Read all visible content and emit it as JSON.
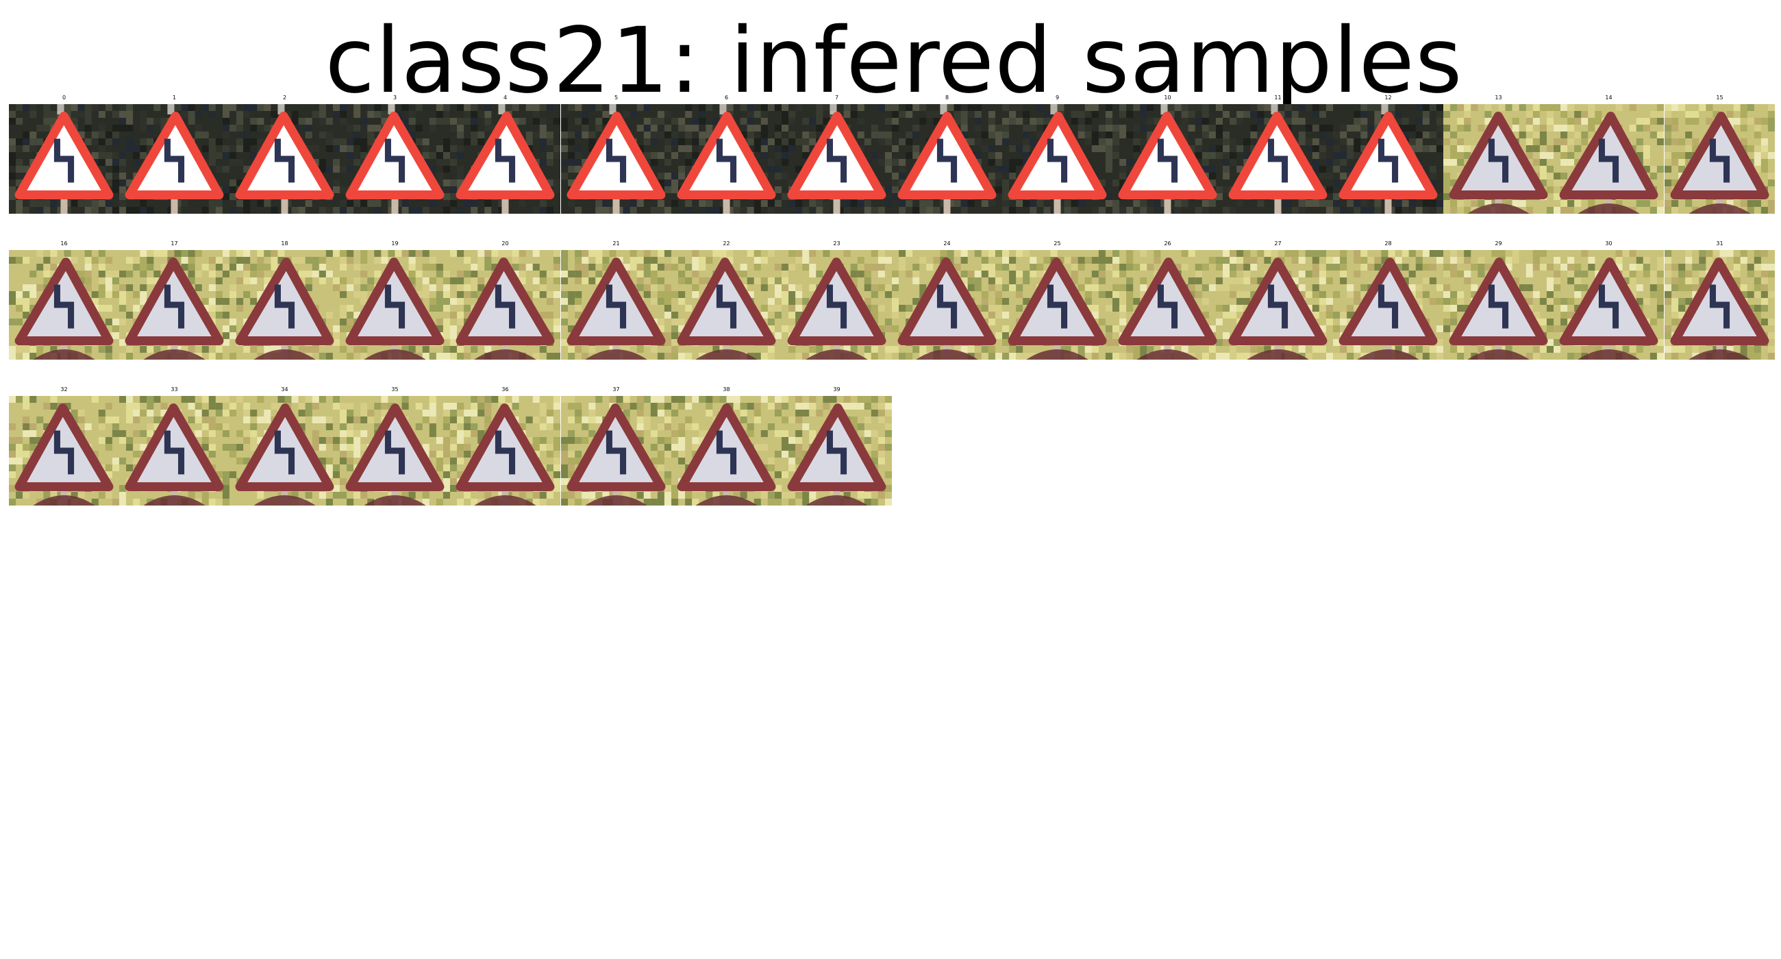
{
  "figure": {
    "title": "class21: infered samples"
  },
  "samples": [
    {
      "label": "0",
      "scene": "night"
    },
    {
      "label": "1",
      "scene": "night"
    },
    {
      "label": "2",
      "scene": "night"
    },
    {
      "label": "3",
      "scene": "night"
    },
    {
      "label": "4",
      "scene": "night"
    },
    {
      "label": "5",
      "scene": "night"
    },
    {
      "label": "6",
      "scene": "night"
    },
    {
      "label": "7",
      "scene": "night"
    },
    {
      "label": "8",
      "scene": "night"
    },
    {
      "label": "9",
      "scene": "night"
    },
    {
      "label": "10",
      "scene": "night"
    },
    {
      "label": "11",
      "scene": "night"
    },
    {
      "label": "12",
      "scene": "night"
    },
    {
      "label": "13",
      "scene": "foliage"
    },
    {
      "label": "14",
      "scene": "foliage"
    },
    {
      "label": "15",
      "scene": "foliage"
    },
    {
      "label": "16",
      "scene": "foliage"
    },
    {
      "label": "17",
      "scene": "foliage"
    },
    {
      "label": "18",
      "scene": "foliage"
    },
    {
      "label": "19",
      "scene": "foliage"
    },
    {
      "label": "20",
      "scene": "foliage"
    },
    {
      "label": "21",
      "scene": "foliage"
    },
    {
      "label": "22",
      "scene": "foliage"
    },
    {
      "label": "23",
      "scene": "foliage"
    },
    {
      "label": "24",
      "scene": "foliage"
    },
    {
      "label": "25",
      "scene": "foliage"
    },
    {
      "label": "26",
      "scene": "foliage"
    },
    {
      "label": "27",
      "scene": "foliage"
    },
    {
      "label": "28",
      "scene": "foliage"
    },
    {
      "label": "29",
      "scene": "foliage"
    },
    {
      "label": "30",
      "scene": "foliage"
    },
    {
      "label": "31",
      "scene": "foliage"
    },
    {
      "label": "32",
      "scene": "foliage"
    },
    {
      "label": "33",
      "scene": "foliage"
    },
    {
      "label": "34",
      "scene": "foliage"
    },
    {
      "label": "35",
      "scene": "foliage"
    },
    {
      "label": "36",
      "scene": "foliage"
    },
    {
      "label": "37",
      "scene": "foliage"
    },
    {
      "label": "38",
      "scene": "foliage"
    },
    {
      "label": "39",
      "scene": "foliage"
    }
  ],
  "colors": {
    "night_background": "#2a2c26",
    "night_sign_border": "#f0473c",
    "night_sign_fill": "#ffffff",
    "foliage_background": "#c9c27a",
    "foliage_sign_border": "#8a3a3c",
    "foliage_sign_fill": "#d9d9e4",
    "symbol": "#2d3454",
    "pole": "#c9b9a8"
  }
}
